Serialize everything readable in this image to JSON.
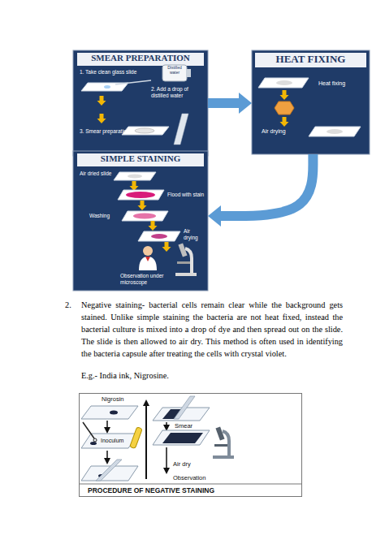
{
  "diagram": {
    "nodes": [
      {
        "text": [
          "SMEAR PREPARATION",
          "1. Take clean glass slide",
          "Distilled water",
          "2. Add a drop of distilled water",
          "3. Smear preparation"
        ]
      },
      {
        "text": [
          "HEAT FIXING",
          "Heat fixing",
          "Air drying"
        ]
      },
      {
        "text": [
          "SIMPLE STAINING",
          "Air dried slide",
          "Flood with stain",
          "Washing",
          "Air drying",
          "Observation under microscope"
        ]
      },
      {
        "text": [
          "Nigrosin",
          "Inoculum",
          "Smear",
          "Air dry",
          "Observation",
          "PROCEDURE OF NEGATIVE STAINING"
        ]
      }
    ],
    "edges": [
      {
        "from": 0,
        "to": 1,
        "arrow": "to"
      },
      {
        "from": 1,
        "to": 2,
        "arrow": "to"
      }
    ],
    "labels": [
      "2.",
      "Negative staining- bacterial cells remain clear while the background gets stained. Unlike simple staining the bacteria are not heat fixed, instead the bacterial culture is mixed into a drop of dye and then spread out on the slide. The slide is then allowed to air dry. This method is often used in identifying the bacteria capsule after treating the cells with crystal violet.",
      "E.g.- India ink, Nigrosine."
    ]
  }
}
